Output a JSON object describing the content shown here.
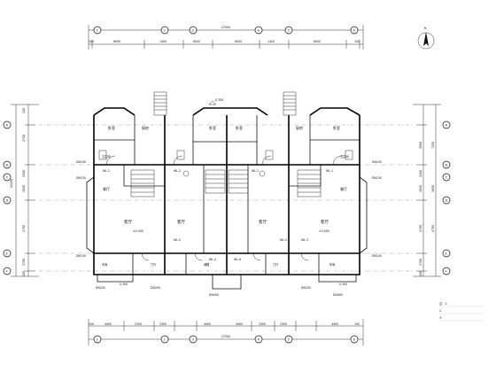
{
  "top_dims": {
    "total": "27000",
    "segments": [
      "100",
      "6000",
      "1400",
      "6000",
      "6000",
      "1400",
      "6000",
      "100"
    ]
  },
  "bottom_dims": {
    "total": "27000",
    "segments": [
      "100",
      "4400",
      "2300",
      "2300",
      "4400",
      "4400",
      "2300",
      "2300",
      "4400",
      "100"
    ]
  },
  "left_dims": {
    "total": "12450",
    "segments": [
      "100",
      "2700",
      "1500",
      "1850",
      "4700",
      "1700",
      "100"
    ],
    "level_labels": [
      "12450",
      "2800",
      "1850",
      "4700"
    ]
  },
  "right_dims": {
    "total": "12450",
    "segments": [
      "3000",
      "2100",
      "1850",
      "4700",
      "1700",
      "100"
    ],
    "level_labels": [
      "7250",
      "1850",
      "4700"
    ]
  },
  "axis_labels_left": [
    "A",
    "B",
    "C",
    "D",
    "E",
    "F"
  ],
  "axis_labels_right": [
    "A",
    "B",
    "C",
    "D",
    "E",
    "F"
  ],
  "axis_labels_top": [
    "1",
    "2",
    "3",
    "4",
    "5",
    "6"
  ],
  "axis_labels_bottom": [
    "1",
    "2",
    "3",
    "4",
    "5",
    "6"
  ],
  "elevations": {
    "top": "-0.300",
    "living": "±0.000",
    "bottom_left": "-0.300",
    "bottom_right": "-0.300"
  },
  "room_labels": [
    "卧室",
    "卫生间",
    "厨房",
    "客厅",
    "餐厅",
    "车库",
    "门厅",
    "储藏"
  ],
  "wall_tags": [
    "WL-1",
    "WL-2",
    "WL-3",
    "WL-4",
    "WL-5",
    "WL-6"
  ],
  "doors": [
    "DN100",
    "DN150",
    "DN200",
    "DN400"
  ],
  "notes": [
    "注：1.",
    "   2. ",
    "   3. "
  ],
  "compass": {
    "label": "N"
  }
}
